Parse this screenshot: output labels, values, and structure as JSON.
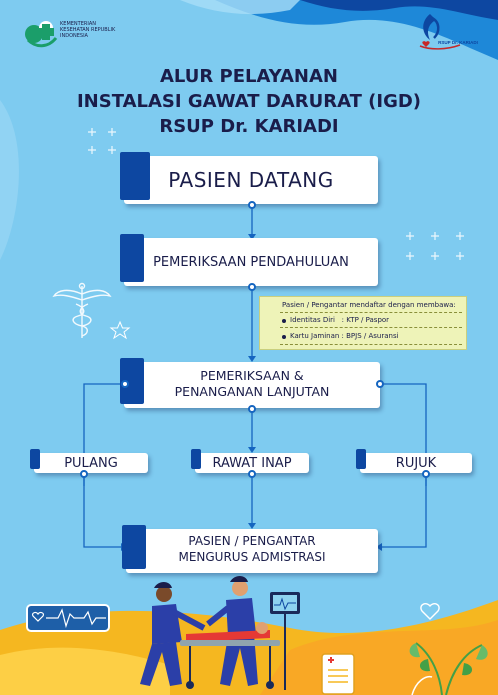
{
  "header": {
    "ministry_logo_text": "KEMENTERIAN KESEHATAN REPUBLIK INDONESIA",
    "hospital_logo_text": "RSUP Dr. KARIADI"
  },
  "title": {
    "line1": "ALUR PELAYANAN",
    "line2": "INSTALASI GAWAT DARURAT (IGD)",
    "line3": "RSUP Dr. KARIADI"
  },
  "steps": {
    "pasien_datang": "PASIEN DATANG",
    "pemeriksaan_pendahuluan": "PEMERIKSAAN PENDAHULUAN",
    "pemeriksaan_lanjutan_1": "PEMERIKSAAN &",
    "pemeriksaan_lanjutan_2": "PENANGANAN LANJUTAN",
    "pulang": "PULANG",
    "rawat_inap": "RAWAT INAP",
    "rujuk": "RUJUK",
    "administrasi_1": "PASIEN / PENGANTAR",
    "administrasi_2": "MENGURUS ADMISTRASI"
  },
  "note": {
    "heading": "Pasien / Pengantar mendaftar dengan membawa:",
    "items": [
      "Identitas Diri   : KTP / Paspor",
      "Kartu Jaminan : BPJS / Asuransi"
    ]
  },
  "colors": {
    "background": "#7ecbf0",
    "accent": "#0d47a1",
    "note_bg": "#eef3b8",
    "wave": "#1e88d8",
    "ground": "#f5b720"
  },
  "icons": [
    "kemenkes-logo-icon",
    "rsup-kariadi-logo-icon",
    "caduceus-icon",
    "heartbeat-icon",
    "stretcher-illustration"
  ]
}
